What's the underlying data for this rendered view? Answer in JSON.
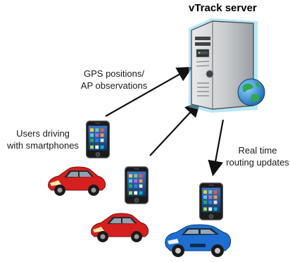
{
  "server": {
    "title": "vTrack server"
  },
  "labels": {
    "uplink_line1": "GPS positions/",
    "uplink_line2": "AP observations",
    "users_line1": "Users driving",
    "users_line2": "with smartphones",
    "downlink_line1": "Real time",
    "downlink_line2": "routing updates"
  },
  "colors": {
    "server_body": "#b9bdc1",
    "server_glow": "#7fd6f0",
    "red_car": "#d61f1f",
    "blue_car": "#1d6fd1",
    "arrow": "#111111"
  },
  "icons": [
    "server-icon",
    "globe-icon",
    "smartphone-icon",
    "red-car-icon",
    "blue-car-icon"
  ]
}
